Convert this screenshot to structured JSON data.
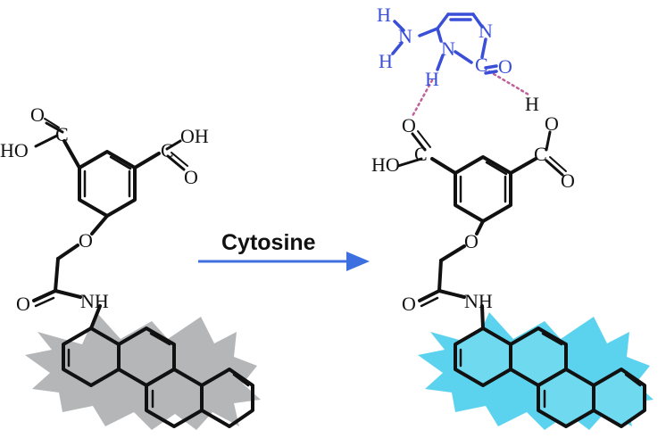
{
  "colors": {
    "bond": "#111111",
    "cytosine": "#3a4fd8",
    "arrow": "#3d6fe0",
    "hbond": "#c0609a",
    "burst_off": "#b4b6b8",
    "burst_on": "#5cd3ee",
    "ring_fill_on": "#6fd9f0"
  },
  "reaction": {
    "reagent": "Cytosine"
  },
  "labels": {
    "o": "O",
    "oh": "OH",
    "ho": "HO",
    "nh": "NH",
    "n": "N",
    "h": "H",
    "c": "C"
  }
}
